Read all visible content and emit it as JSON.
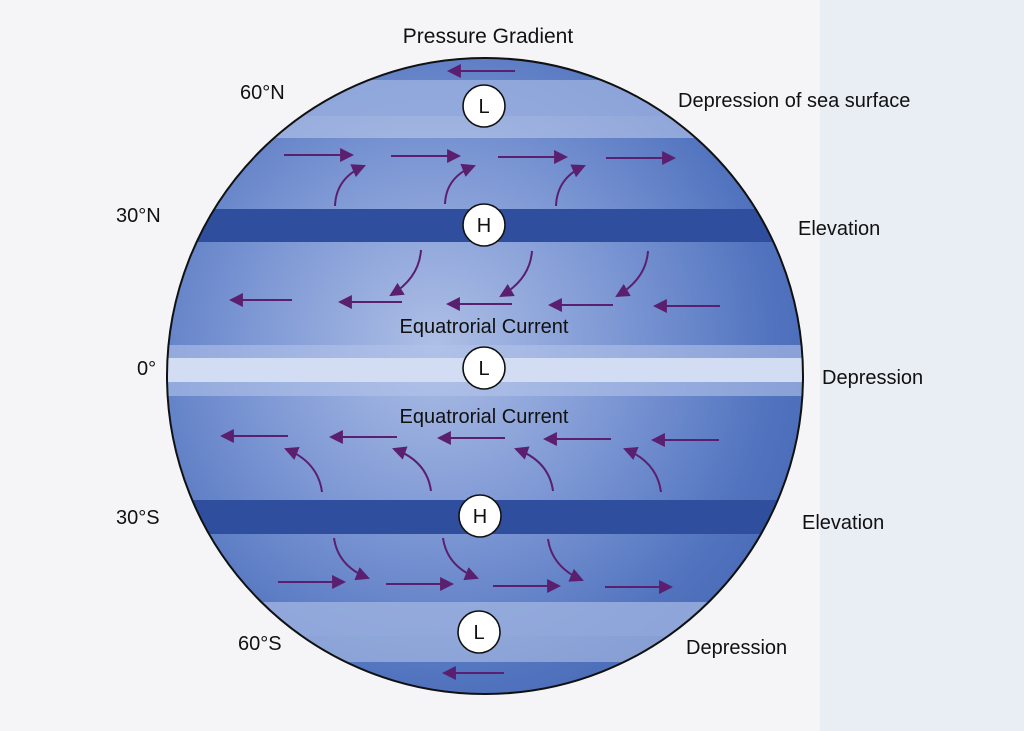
{
  "title": "Pressure Gradient",
  "latitudes": {
    "lat_60n": "60°N",
    "lat_30n": "30°N",
    "lat_0": "0°",
    "lat_30s": "30°S",
    "lat_60s": "60°S"
  },
  "zones": {
    "zone_60n": "Depression of sea surface",
    "zone_30n": "Elevation",
    "zone_0": "Depression",
    "zone_30s": "Elevation",
    "zone_60s": "Depression"
  },
  "currents": {
    "north": "Equatrorial Current",
    "south": "Equatrorial Current"
  },
  "centers": {
    "c_60n": "L",
    "c_30n": "H",
    "c_0": "L",
    "c_30s": "H",
    "c_60s": "L"
  },
  "colors": {
    "globe_light": "#b9c8ea",
    "globe_mid": "#7e98d4",
    "globe_dark": "#3f61ad",
    "band_dark": "#2f4f9e",
    "band_pale": "#c7d3ef",
    "arrow": "#5a1f6e",
    "outline": "#111111",
    "background": "#f4f4f7"
  }
}
